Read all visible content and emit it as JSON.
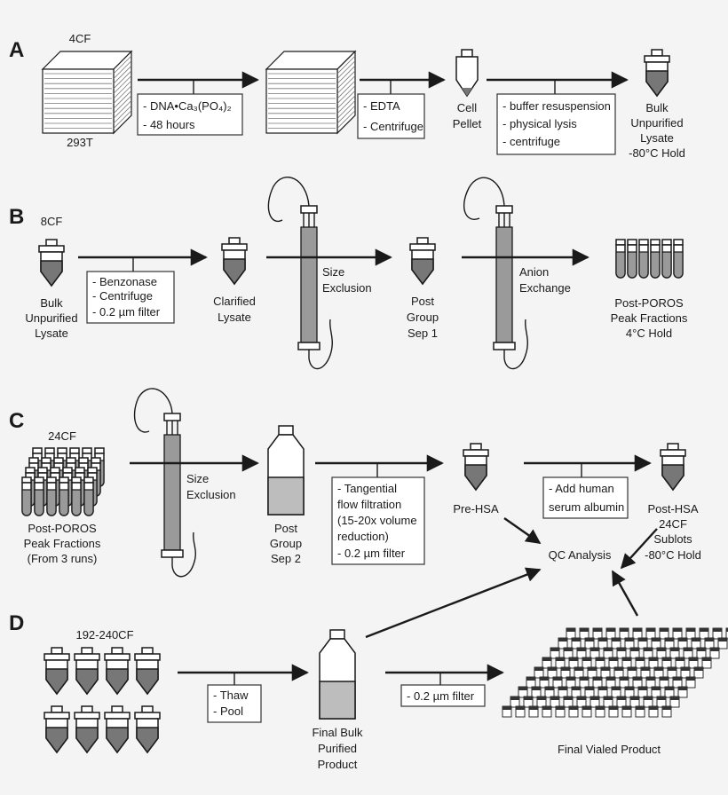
{
  "sections": {
    "A": {
      "letter": "A",
      "count": "4CF",
      "cell_line": "293T",
      "step1": [
        "- DNA•Ca₃(PO₄)₂",
        "- 48 hours"
      ],
      "step2": [
        "- EDTA",
        "- Centrifuge"
      ],
      "pellet": [
        "Cell",
        "Pellet"
      ],
      "step3": [
        "- buffer resuspension",
        "- physical lysis",
        "- centrifuge"
      ],
      "result": [
        "Bulk",
        "Unpurified",
        "Lysate",
        "-80°C Hold"
      ]
    },
    "B": {
      "letter": "B",
      "count": "8CF",
      "input": [
        "Bulk",
        "Unpurified",
        "Lysate"
      ],
      "step1": [
        "- Benzonase",
        "- Centrifuge",
        "- 0.2 µm filter"
      ],
      "clarified": [
        "Clarified",
        "Lysate"
      ],
      "size_exclusion": [
        "Size",
        "Exclusion"
      ],
      "post": [
        "Post",
        "Group",
        "Sep 1"
      ],
      "anion": [
        "Anion",
        "Exchange"
      ],
      "result": [
        "Post-POROS",
        "Peak Fractions",
        "4°C Hold"
      ]
    },
    "C": {
      "letter": "C",
      "count": "24CF",
      "input": [
        "Post-POROS",
        "Peak Fractions",
        "(From 3 runs)"
      ],
      "size_exclusion": [
        "Size",
        "Exclusion"
      ],
      "post": [
        "Post",
        "Group",
        "Sep 2"
      ],
      "step1": [
        "- Tangential",
        "flow filtration",
        "(15-20x volume",
        "reduction)",
        "- 0.2 µm filter"
      ],
      "pre_hsa": "Pre-HSA",
      "step2": [
        "- Add human",
        "serum albumin"
      ],
      "result": [
        "Post-HSA",
        "24CF",
        "Sublots",
        "-80°C Hold"
      ],
      "qc": "QC Analysis"
    },
    "D": {
      "letter": "D",
      "count": "192-240CF",
      "step1": [
        "- Thaw",
        "- Pool"
      ],
      "bulk": [
        "Final Bulk",
        "Purified",
        "Product"
      ],
      "step2": [
        "- 0.2 µm filter"
      ],
      "final": "Final Vialed Product"
    }
  }
}
